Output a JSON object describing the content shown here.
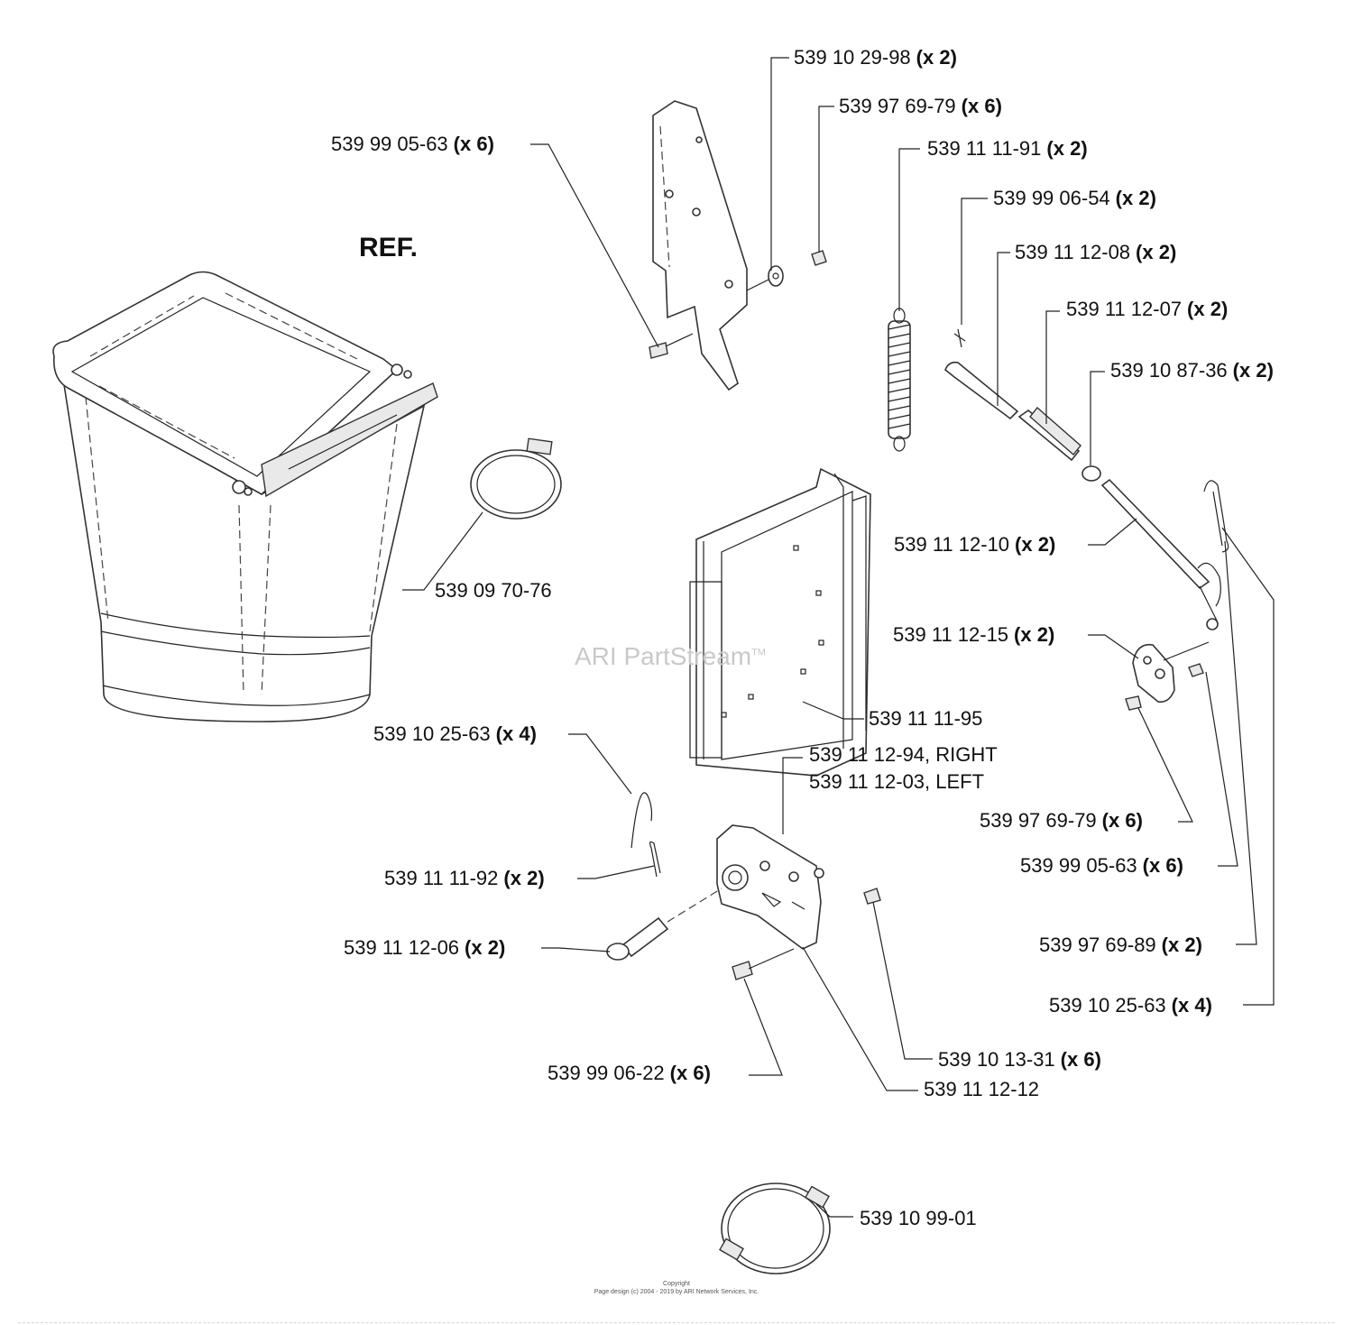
{
  "ref_label": "REF.",
  "watermark": {
    "text": "ARI PartStream",
    "mark": "TM"
  },
  "copyright": {
    "line1": "Copyright",
    "line2": "Page design (c) 2004 - 2019 by ARI Network Services, Inc."
  },
  "callouts": [
    {
      "id": "c01",
      "part": "539 10 29-98",
      "qty": "(x 2)"
    },
    {
      "id": "c02",
      "part": "539 97 69-79",
      "qty": "(x 6)"
    },
    {
      "id": "c03",
      "part": "539 99 05-63",
      "qty": "(x 6)"
    },
    {
      "id": "c04",
      "part": "539 11 11-91",
      "qty": "(x 2)"
    },
    {
      "id": "c05",
      "part": "539 99 06-54",
      "qty": "(x 2)"
    },
    {
      "id": "c06",
      "part": "539 11 12-08",
      "qty": "(x 2)"
    },
    {
      "id": "c07",
      "part": "539 11 12-07",
      "qty": "(x 2)"
    },
    {
      "id": "c08",
      "part": "539 10 87-36",
      "qty": "(x 2)"
    },
    {
      "id": "c09",
      "part": "539 11 12-10",
      "qty": "(x 2)"
    },
    {
      "id": "c10",
      "part": "539 11 12-15",
      "qty": "(x 2)"
    },
    {
      "id": "c11",
      "part": "539 09 70-76",
      "qty": ""
    },
    {
      "id": "c12",
      "part": "539 11 11-95",
      "qty": ""
    },
    {
      "id": "c13",
      "part": "539 10 25-63",
      "qty": "(x 4)"
    },
    {
      "id": "c14",
      "part": "539 11 12-94, RIGHT",
      "qty": "",
      "part2": "539 11 12-03, LEFT"
    },
    {
      "id": "c15",
      "part": "539 97 69-79",
      "qty": "(x 6)"
    },
    {
      "id": "c16",
      "part": "539 11 11-92",
      "qty": "(x 2)"
    },
    {
      "id": "c17",
      "part": "539 99 05-63",
      "qty": "(x 6)"
    },
    {
      "id": "c18",
      "part": "539 11 12-06",
      "qty": "(x 2)"
    },
    {
      "id": "c19",
      "part": "539 97 69-89",
      "qty": "(x 2)"
    },
    {
      "id": "c20",
      "part": "539 10 25-63",
      "qty": "(x 4)"
    },
    {
      "id": "c21",
      "part": "539 10 13-31",
      "qty": "(x 6)"
    },
    {
      "id": "c22",
      "part": "539 99 06-22",
      "qty": "(x 6)"
    },
    {
      "id": "c23",
      "part": "539 11 12-12",
      "qty": ""
    },
    {
      "id": "c24",
      "part": "539 10 99-01",
      "qty": ""
    }
  ]
}
